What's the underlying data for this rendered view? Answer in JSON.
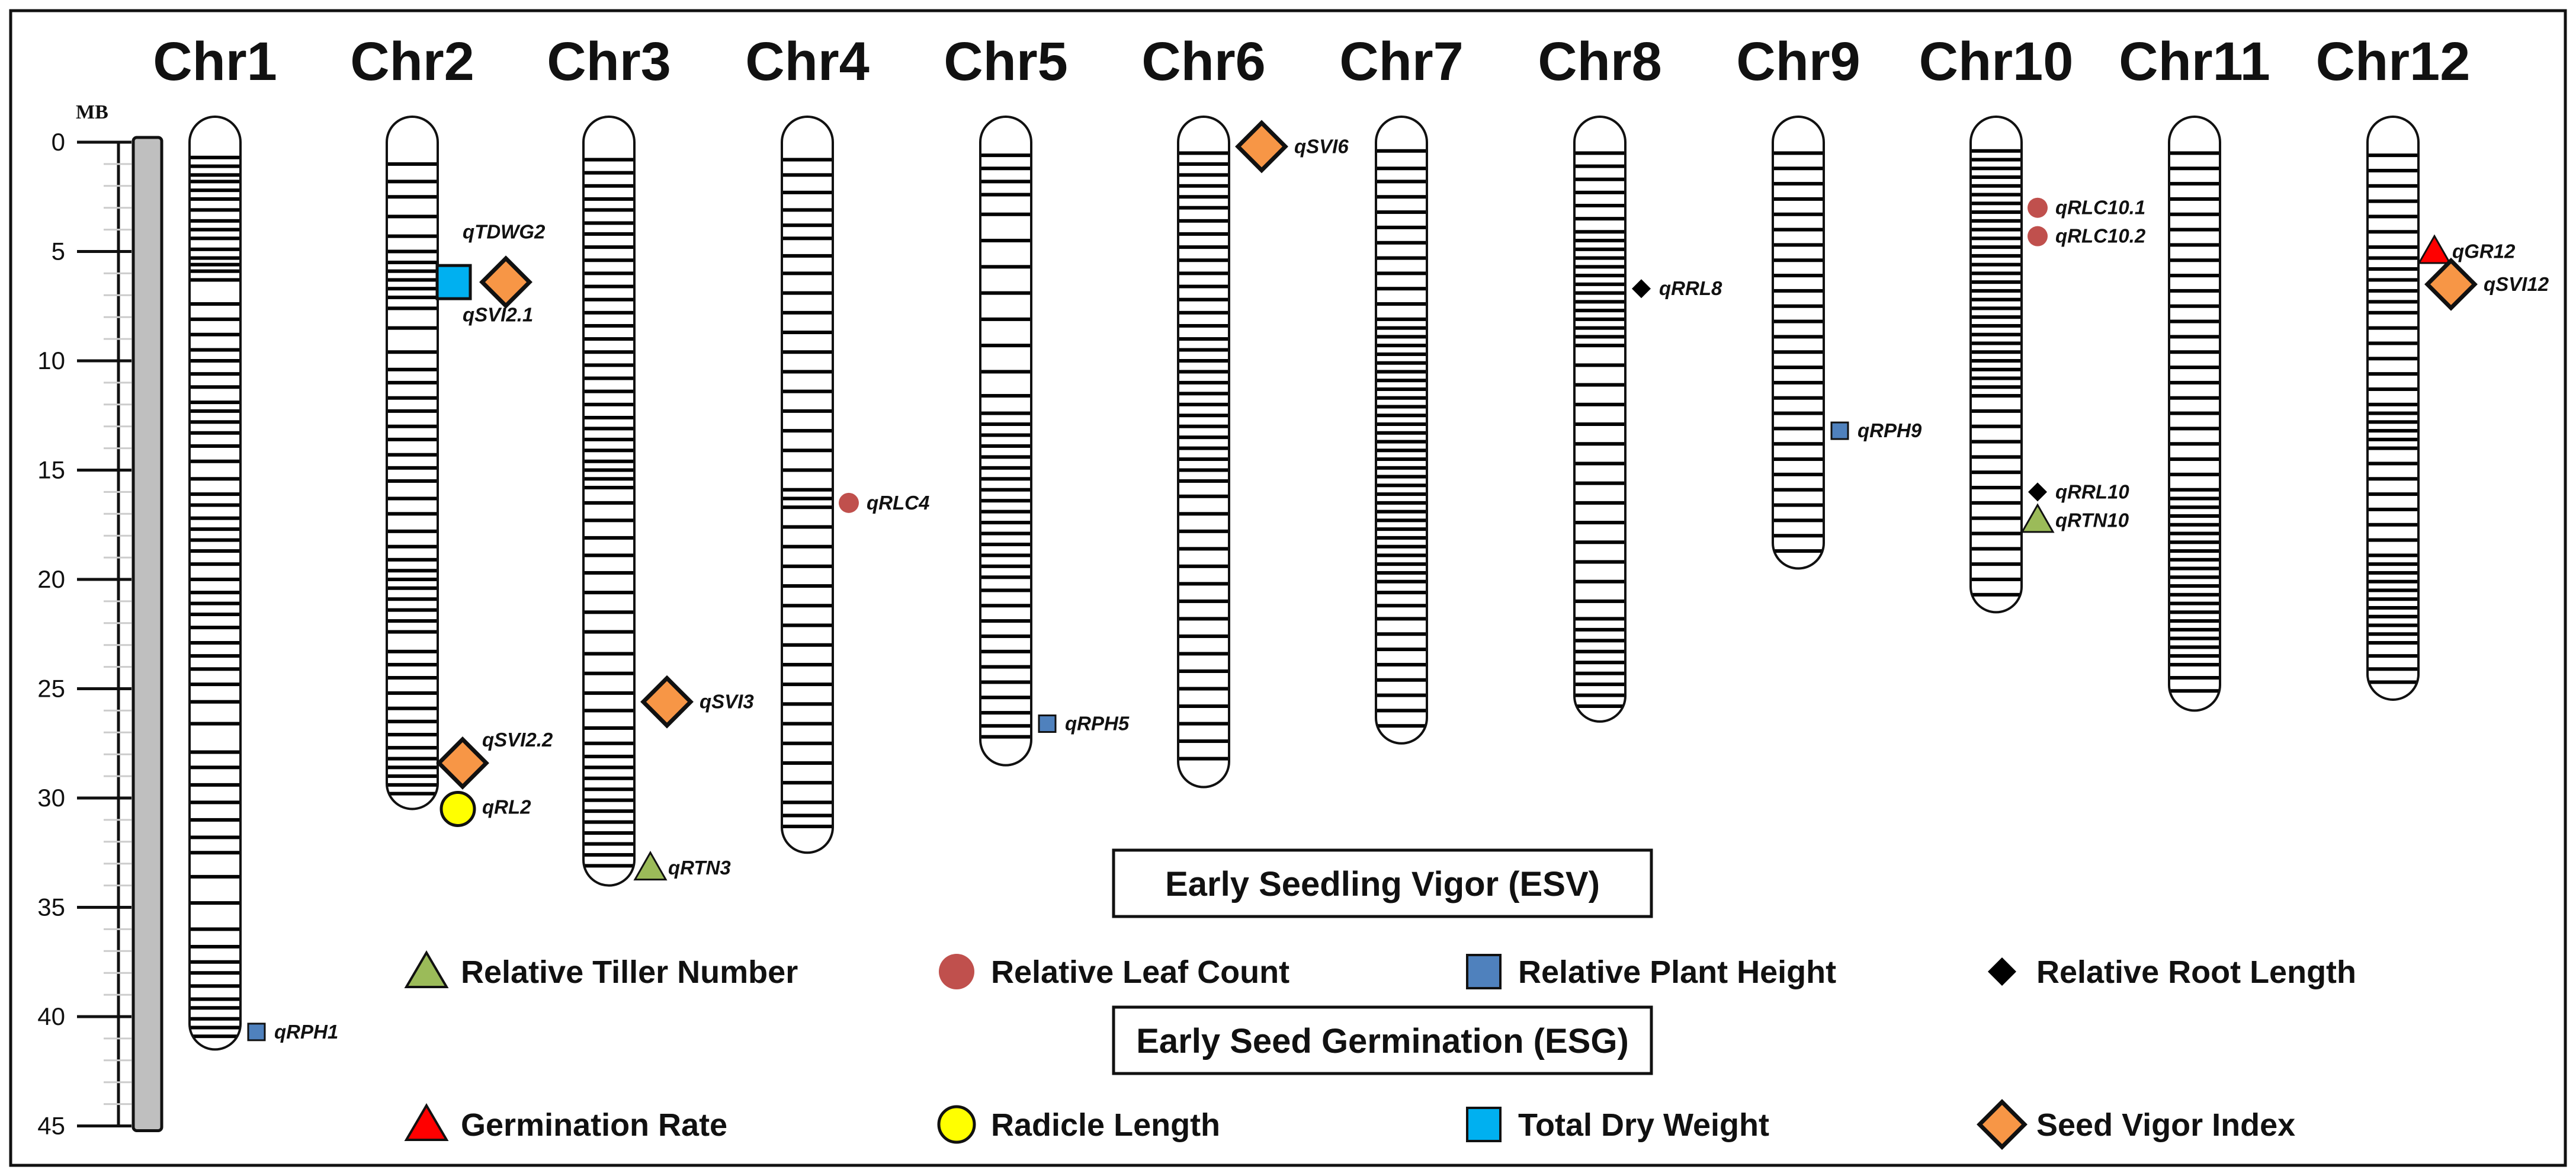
{
  "axis": {
    "unit": "MB",
    "min": 0,
    "max": 45,
    "ticks": [
      "0",
      "5",
      "10",
      "15",
      "20",
      "25",
      "30",
      "35",
      "40",
      "45"
    ]
  },
  "chromosomes": [
    {
      "name": "Chr1",
      "length": 41.5,
      "bands": [
        0.7,
        1.1,
        1.5,
        1.8,
        2.2,
        2.6,
        3.1,
        3.6,
        4.0,
        4.4,
        4.9,
        5.3,
        5.6,
        5.9,
        6.3,
        7.4,
        8.1,
        8.8,
        9.5,
        10.0,
        10.6,
        11.2,
        11.9,
        12.3,
        12.8,
        13.3,
        13.9,
        14.6,
        15.4,
        16.1,
        16.6,
        17.2,
        17.7,
        18.2,
        18.7,
        19.3,
        20.0,
        20.6,
        21.1,
        21.6,
        22.2,
        22.9,
        23.5,
        24.1,
        24.8,
        25.6,
        26.6,
        27.9,
        28.6,
        29.4,
        30.2,
        31.0,
        31.8,
        32.5,
        33.6,
        34.8,
        36.0,
        36.8,
        37.5,
        38.0,
        38.6,
        39.2,
        39.6,
        40.1,
        40.5,
        40.9
      ]
    },
    {
      "name": "Chr2",
      "length": 30.5,
      "bands": [
        1.0,
        1.8,
        2.5,
        3.4,
        4.3,
        5.0,
        5.5,
        5.9,
        6.3,
        6.7,
        7.1,
        7.6,
        8.5,
        9.6,
        10.4,
        11.0,
        11.7,
        12.3,
        13.0,
        13.6,
        14.3,
        14.9,
        15.5,
        16.3,
        17.0,
        17.8,
        18.5,
        19.1,
        19.6,
        20.0,
        20.4,
        20.9,
        21.4,
        21.9,
        22.4,
        23.3,
        23.9,
        24.5,
        25.2,
        25.9,
        26.5,
        27.1,
        27.7,
        28.2,
        28.6,
        29.0,
        29.4,
        29.8
      ]
    },
    {
      "name": "Chr3",
      "length": 34.0,
      "bands": [
        0.8,
        1.4,
        2.0,
        2.6,
        3.1,
        3.7,
        4.2,
        4.8,
        5.4,
        6.0,
        6.6,
        7.2,
        7.8,
        8.4,
        9.0,
        9.6,
        10.2,
        10.8,
        11.4,
        12.0,
        12.6,
        13.1,
        13.6,
        14.1,
        14.6,
        15.0,
        15.4,
        15.8,
        16.5,
        17.3,
        18.1,
        18.9,
        19.7,
        20.6,
        21.5,
        22.4,
        23.4,
        24.3,
        25.2,
        26.0,
        26.8,
        27.5,
        28.1,
        28.6,
        29.1,
        29.6,
        30.1,
        30.6,
        31.1,
        31.6,
        32.1,
        32.6,
        33.1
      ]
    },
    {
      "name": "Chr4",
      "length": 32.5,
      "bands": [
        0.8,
        1.5,
        2.3,
        3.1,
        3.8,
        4.4,
        5.2,
        6.0,
        6.9,
        7.8,
        8.7,
        9.6,
        10.5,
        11.4,
        12.3,
        13.2,
        14.1,
        15.0,
        15.9,
        16.3,
        16.7,
        17.6,
        18.5,
        19.4,
        20.3,
        21.2,
        22.1,
        23.0,
        23.9,
        24.8,
        25.7,
        26.6,
        27.5,
        28.4,
        29.3,
        30.2,
        30.8,
        31.3
      ]
    },
    {
      "name": "Chr5",
      "length": 28.5,
      "bands": [
        0.6,
        1.2,
        1.8,
        2.4,
        3.3,
        4.5,
        5.7,
        6.9,
        8.1,
        9.3,
        10.5,
        11.6,
        12.4,
        12.9,
        13.4,
        13.9,
        14.4,
        14.9,
        15.4,
        15.9,
        16.4,
        16.9,
        17.4,
        17.9,
        18.4,
        18.9,
        19.4,
        19.9,
        20.5,
        21.2,
        21.9,
        22.6,
        23.3,
        24.0,
        24.7,
        25.4,
        26.1,
        26.7,
        27.2
      ]
    },
    {
      "name": "Chr6",
      "length": 29.5,
      "bands": [
        0.5,
        1.0,
        1.5,
        2.0,
        2.5,
        3.0,
        3.6,
        4.2,
        4.8,
        5.4,
        6.0,
        6.6,
        7.2,
        7.8,
        8.4,
        9.0,
        9.5,
        10.0,
        10.5,
        11.0,
        11.5,
        12.0,
        12.5,
        13.0,
        13.5,
        14.0,
        14.5,
        15.0,
        15.5,
        16.2,
        17.0,
        17.8,
        18.6,
        19.4,
        20.2,
        21.0,
        21.8,
        22.6,
        23.4,
        24.2,
        25.0,
        25.8,
        26.6,
        27.4,
        28.2
      ]
    },
    {
      "name": "Chr7",
      "length": 27.5,
      "bands": [
        0.4,
        1.2,
        1.8,
        2.5,
        3.2,
        3.9,
        4.6,
        5.3,
        6.0,
        6.7,
        7.4,
        8.1,
        8.5,
        8.9,
        9.3,
        9.7,
        10.1,
        10.5,
        10.9,
        11.3,
        11.7,
        12.1,
        12.5,
        12.9,
        13.3,
        13.7,
        14.1,
        14.5,
        14.9,
        15.3,
        15.7,
        16.1,
        16.5,
        16.9,
        17.3,
        17.7,
        18.1,
        18.5,
        18.9,
        19.3,
        19.7,
        20.1,
        20.6,
        21.2,
        21.8,
        22.5,
        23.2,
        23.9,
        24.6,
        25.3,
        26.0,
        26.7
      ]
    },
    {
      "name": "Chr8",
      "length": 26.5,
      "bands": [
        0.5,
        1.1,
        1.7,
        2.3,
        2.9,
        3.5,
        4.1,
        4.5,
        4.9,
        5.3,
        5.7,
        6.1,
        6.5,
        6.9,
        7.3,
        7.7,
        8.1,
        8.5,
        8.9,
        9.3,
        10.2,
        11.1,
        12.0,
        12.9,
        13.8,
        14.7,
        15.6,
        16.5,
        17.4,
        18.3,
        19.2,
        20.1,
        21.0,
        21.8,
        22.3,
        22.8,
        23.3,
        23.8,
        24.3,
        24.8,
        25.3,
        25.8
      ]
    },
    {
      "name": "Chr9",
      "length": 19.5,
      "bands": [
        0.5,
        1.2,
        1.9,
        2.6,
        3.3,
        4.0,
        4.7,
        5.4,
        6.1,
        6.8,
        7.5,
        8.2,
        8.9,
        9.6,
        10.3,
        11.0,
        11.7,
        12.4,
        13.1,
        13.8,
        14.5,
        15.2,
        15.9,
        16.6,
        17.3,
        18.0,
        18.7
      ]
    },
    {
      "name": "Chr10",
      "length": 21.5,
      "bands": [
        0.4,
        0.8,
        1.2,
        1.6,
        2.0,
        2.4,
        2.8,
        3.2,
        3.6,
        4.0,
        4.4,
        4.8,
        5.2,
        5.6,
        6.0,
        6.4,
        6.8,
        7.2,
        7.6,
        8.0,
        8.4,
        8.8,
        9.2,
        9.6,
        10.0,
        10.4,
        10.8,
        11.2,
        11.6,
        12.3,
        13.0,
        13.7,
        14.4,
        15.1,
        15.8,
        16.5,
        17.2,
        17.9,
        18.6,
        19.3,
        20.0,
        20.7
      ]
    },
    {
      "name": "Chr11",
      "length": 26.0,
      "bands": [
        0.5,
        1.2,
        1.9,
        2.6,
        3.3,
        4.0,
        4.7,
        5.4,
        6.1,
        6.8,
        7.5,
        8.2,
        8.9,
        9.6,
        10.3,
        11.0,
        11.7,
        12.4,
        13.1,
        13.8,
        14.5,
        15.2,
        15.9,
        16.3,
        16.7,
        17.1,
        17.5,
        17.9,
        18.3,
        18.7,
        19.1,
        19.5,
        19.9,
        20.3,
        20.7,
        21.1,
        21.5,
        21.9,
        22.3,
        22.7,
        23.1,
        23.5,
        23.9,
        24.5,
        25.1
      ]
    },
    {
      "name": "Chr12",
      "length": 25.5,
      "bands": [
        0.6,
        1.3,
        2.0,
        2.7,
        3.4,
        4.1,
        4.8,
        5.3,
        5.8,
        6.3,
        6.8,
        7.3,
        7.8,
        8.5,
        9.2,
        9.9,
        10.6,
        11.3,
        12.0,
        12.4,
        12.8,
        13.2,
        13.6,
        14.0,
        14.7,
        15.4,
        16.1,
        16.8,
        17.5,
        18.2,
        18.9,
        19.3,
        19.7,
        20.1,
        20.5,
        20.9,
        21.3,
        21.7,
        22.1,
        22.5,
        22.9,
        23.5,
        24.1,
        24.7
      ]
    }
  ],
  "qtls": [
    {
      "chr": "Chr1",
      "pos": 40.7,
      "shape": "square",
      "color": "#4f81bd",
      "label": "qRPH1"
    },
    {
      "chr": "Chr2",
      "pos": 6.4,
      "shape": "square-large",
      "color": "#00b0f0",
      "label": ""
    },
    {
      "chr": "Chr2",
      "pos": 6.4,
      "shape": "diamond",
      "color": "#f79646",
      "label": ""
    },
    {
      "chr": "Chr2",
      "pos": 4.4,
      "shape": "none",
      "color": "",
      "label": "qTDWG2"
    },
    {
      "chr": "Chr2",
      "pos": 8.2,
      "shape": "none",
      "color": "",
      "label": "qSVI2.1"
    },
    {
      "chr": "Chr2",
      "pos": 28.4,
      "shape": "diamond",
      "color": "#f79646",
      "label": "qSVI2.2"
    },
    {
      "chr": "Chr2",
      "pos": 30.5,
      "shape": "circle",
      "color": "#ffff00",
      "label": "qRL2"
    },
    {
      "chr": "Chr3",
      "pos": 25.6,
      "shape": "diamond",
      "color": "#f79646",
      "label": "qSVI3"
    },
    {
      "chr": "Chr3",
      "pos": 33.2,
      "shape": "triangle",
      "color": "#9bbb59",
      "label": "qRTN3"
    },
    {
      "chr": "Chr4",
      "pos": 16.5,
      "shape": "circle",
      "color": "#c0504d",
      "label": "qRLC4"
    },
    {
      "chr": "Chr5",
      "pos": 26.6,
      "shape": "square",
      "color": "#4f81bd",
      "label": "qRPH5"
    },
    {
      "chr": "Chr6",
      "pos": 0.2,
      "shape": "diamond",
      "color": "#f79646",
      "label": "qSVI6"
    },
    {
      "chr": "Chr8",
      "pos": 6.7,
      "shape": "diamond-small",
      "color": "#000000",
      "label": "qRRL8"
    },
    {
      "chr": "Chr9",
      "pos": 13.2,
      "shape": "square",
      "color": "#4f81bd",
      "label": "qRPH9"
    },
    {
      "chr": "Chr10",
      "pos": 3.0,
      "shape": "circle",
      "color": "#c0504d",
      "label": "qRLC10.1"
    },
    {
      "chr": "Chr10",
      "pos": 4.3,
      "shape": "circle",
      "color": "#c0504d",
      "label": "qRLC10.2"
    },
    {
      "chr": "Chr10",
      "pos": 16.0,
      "shape": "diamond-small",
      "color": "#000000",
      "label": "qRRL10"
    },
    {
      "chr": "Chr10",
      "pos": 17.3,
      "shape": "triangle",
      "color": "#9bbb59",
      "label": "qRTN10"
    },
    {
      "chr": "Chr12",
      "pos": 5.0,
      "shape": "triangle",
      "color": "#ff0000",
      "label": "qGR12"
    },
    {
      "chr": "Chr12",
      "pos": 6.5,
      "shape": "diamond",
      "color": "#f79646",
      "label": "qSVI12"
    }
  ],
  "legend": {
    "esv_title": "Early Seedling Vigor (ESV)",
    "esg_title": "Early Seed Germination (ESG)",
    "esv_items": [
      {
        "shape": "triangle",
        "color": "#9bbb59",
        "label": "Relative Tiller Number"
      },
      {
        "shape": "circle",
        "color": "#c0504d",
        "label": "Relative Leaf Count"
      },
      {
        "shape": "square",
        "color": "#4f81bd",
        "label": "Relative Plant Height"
      },
      {
        "shape": "diamond-small",
        "color": "#000000",
        "label": "Relative Root Length"
      }
    ],
    "esg_items": [
      {
        "shape": "triangle",
        "color": "#ff0000",
        "label": "Germination Rate"
      },
      {
        "shape": "circle",
        "color": "#ffff00",
        "label": "Radicle Length"
      },
      {
        "shape": "square",
        "color": "#00b0f0",
        "label": "Total Dry Weight"
      },
      {
        "shape": "diamond",
        "color": "#f79646",
        "label": "Seed Vigor Index"
      }
    ]
  }
}
